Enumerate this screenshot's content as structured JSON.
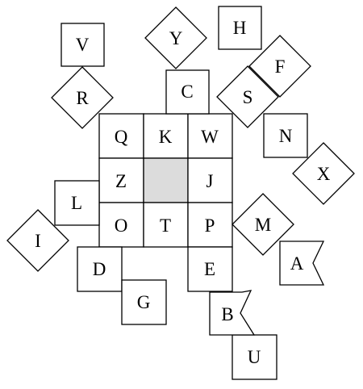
{
  "colors": {
    "background": "#ffffff",
    "outline": "#000000",
    "empty_cell_fill": "#dcdcdc"
  },
  "tiles": {
    "grid": {
      "row_1": [
        "Q",
        "K",
        "W"
      ],
      "row_2": [
        "Z",
        "",
        "J"
      ],
      "row_3": [
        "O",
        "T",
        "P"
      ]
    },
    "square": {
      "V": "V",
      "H": "H",
      "C": "C",
      "N": "N",
      "L": "L",
      "D": "D",
      "G": "G",
      "E": "E",
      "U": "U"
    },
    "diamond": {
      "Y": "Y",
      "F": "F",
      "S": "S",
      "R": "R",
      "X": "X",
      "M": "M",
      "I": "I"
    },
    "flag": {
      "A": "A",
      "B": "B"
    }
  }
}
